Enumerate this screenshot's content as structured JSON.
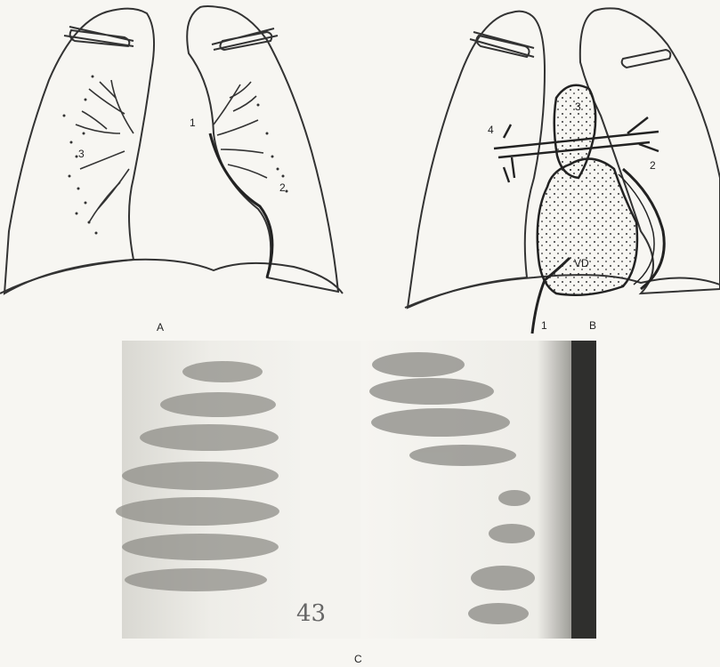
{
  "panels": {
    "a": {
      "letter": "A",
      "numbers": {
        "n1": "1",
        "n2": "2",
        "n3": "3"
      }
    },
    "b": {
      "letter": "B",
      "numbers": {
        "n1": "1",
        "n2": "2",
        "n3": "3",
        "n4": "4"
      },
      "chamber_label": "VD"
    },
    "c": {
      "letter": "C",
      "plate_number": "43"
    }
  }
}
